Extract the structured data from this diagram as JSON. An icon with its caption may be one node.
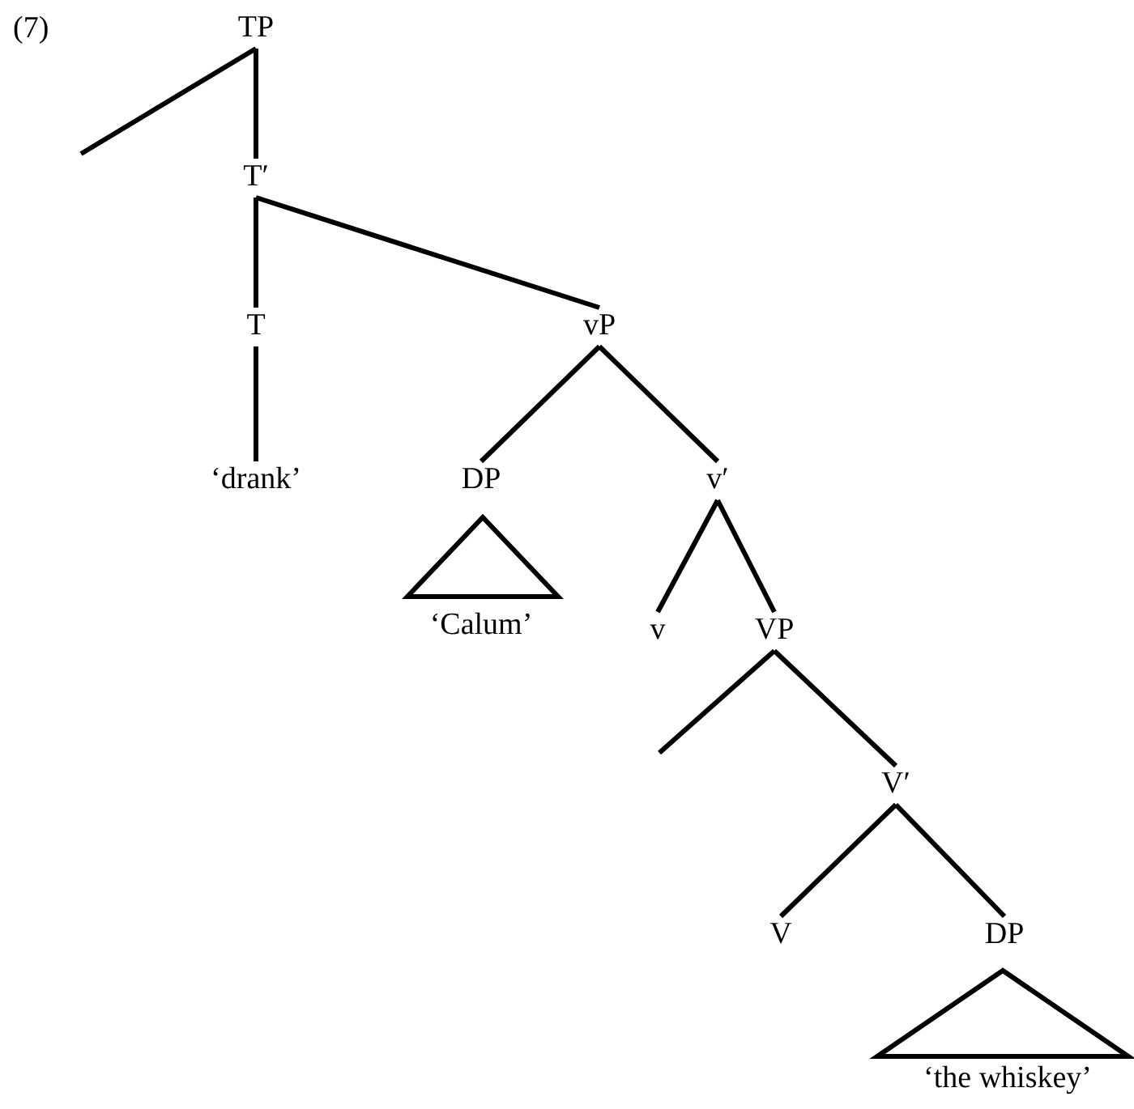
{
  "diagram": {
    "nodes": [
      {
        "text": [
          "TP"
        ]
      },
      {
        "text": [
          "T′"
        ]
      },
      {
        "text": [
          "T"
        ]
      },
      {
        "text": [
          "‘drank’"
        ]
      },
      {
        "text": [
          "vP"
        ]
      },
      {
        "text": [
          "DP"
        ]
      },
      {
        "text": [],
        "shape": "triangle"
      },
      {
        "text": [
          "‘Calum’"
        ]
      },
      {
        "text": [
          "v′"
        ]
      },
      {
        "text": [
          "v"
        ]
      },
      {
        "text": [
          "VP"
        ]
      },
      {
        "text": [
          "V′"
        ]
      },
      {
        "text": [
          "V"
        ]
      },
      {
        "text": [
          "DP"
        ]
      },
      {
        "text": [],
        "shape": "triangle"
      },
      {
        "text": [
          "‘the whiskey’"
        ]
      }
    ],
    "edges": [
      {
        "from": 0,
        "to": null,
        "arrow": "none"
      },
      {
        "from": 0,
        "to": 1,
        "arrow": "none"
      },
      {
        "from": 1,
        "to": 2,
        "arrow": "none"
      },
      {
        "from": 1,
        "to": 4,
        "arrow": "none"
      },
      {
        "from": 2,
        "to": 3,
        "arrow": "none"
      },
      {
        "from": 4,
        "to": 5,
        "arrow": "none"
      },
      {
        "from": 4,
        "to": 8,
        "arrow": "none"
      },
      {
        "from": 8,
        "to": 9,
        "arrow": "none"
      },
      {
        "from": 8,
        "to": 10,
        "arrow": "none"
      },
      {
        "from": 10,
        "to": null,
        "arrow": "none"
      },
      {
        "from": 10,
        "to": 11,
        "arrow": "none"
      },
      {
        "from": 11,
        "to": 12,
        "arrow": "none"
      },
      {
        "from": 11,
        "to": 13,
        "arrow": "none"
      }
    ],
    "labels": [
      "(7)"
    ]
  }
}
